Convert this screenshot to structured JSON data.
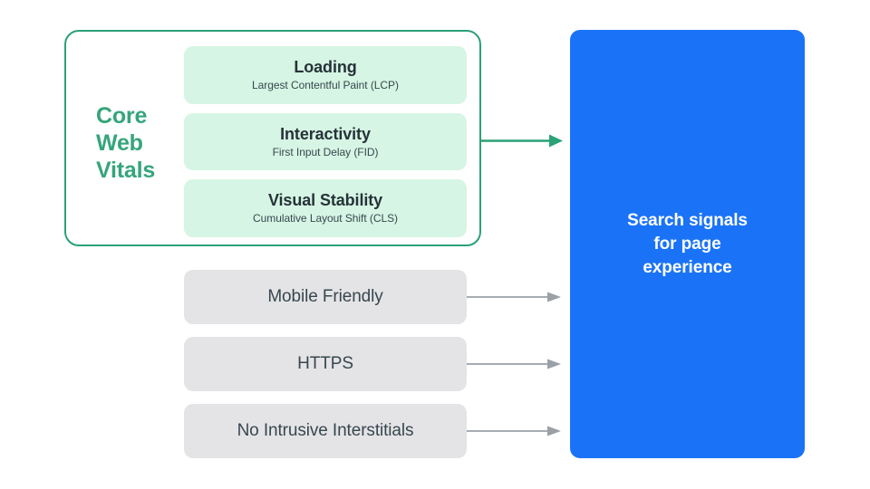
{
  "diagram": {
    "title_text": "Page experience search signals diagram",
    "colors": {
      "green_accent": "#35a57b",
      "green_border": "#2aa177",
      "green_pill_bg": "#d6f5e4",
      "gray_pill_bg": "#e4e4e6",
      "blue_box_bg": "#1a73f7",
      "arrow_green": "#2aa177",
      "arrow_gray": "#9aa0a6",
      "text_dark": "#37474f",
      "text_white": "#ffffff"
    }
  },
  "core_web_vitals": {
    "group_label": "Core\nWeb\nVitals",
    "metrics": [
      {
        "title": "Loading",
        "subtitle": "Largest Contentful Paint (LCP)"
      },
      {
        "title": "Interactivity",
        "subtitle": "First Input Delay (FID)"
      },
      {
        "title": "Visual Stability",
        "subtitle": "Cumulative Layout Shift (CLS)"
      }
    ]
  },
  "other_signals": [
    {
      "label": "Mobile Friendly"
    },
    {
      "label": "HTTPS"
    },
    {
      "label": "No Intrusive Interstitials"
    }
  ],
  "outcome": {
    "label": "Search signals\nfor page\nexperience"
  },
  "arrows": [
    {
      "name": "core-web-vitals-arrow",
      "color": "#2aa177"
    },
    {
      "name": "mobile-friendly-arrow",
      "color": "#9aa0a6"
    },
    {
      "name": "https-arrow",
      "color": "#9aa0a6"
    },
    {
      "name": "interstitials-arrow",
      "color": "#9aa0a6"
    }
  ]
}
